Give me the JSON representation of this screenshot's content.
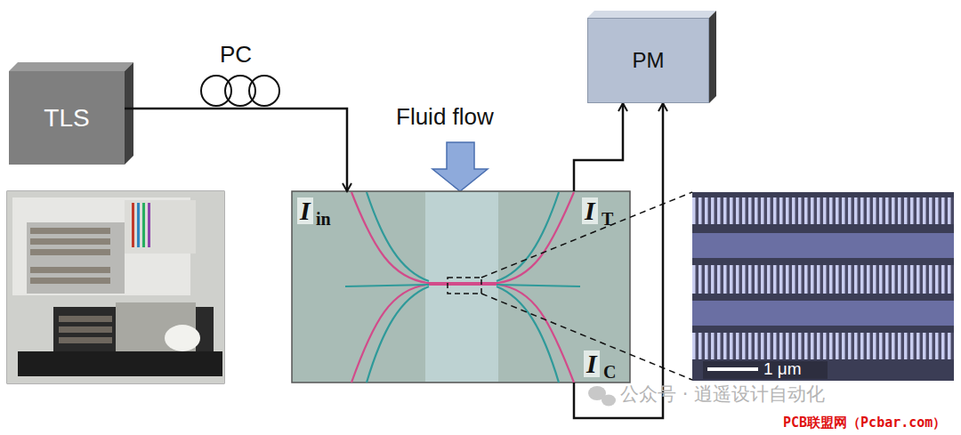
{
  "diagram": {
    "nodes": [
      {
        "text": [
          "TLS"
        ]
      },
      {
        "text": [
          "PM"
        ]
      },
      {
        "text": [
          "I",
          "in",
          "I",
          "T",
          "I",
          "C"
        ]
      }
    ],
    "edges": [
      {
        "from": 0,
        "to": 2,
        "arrow": "to"
      },
      {
        "from": 2,
        "to": 1,
        "arrow": "to"
      },
      {
        "from": 2,
        "to": 1,
        "arrow": "to"
      }
    ],
    "labels": [
      "PC",
      "Fluid flow",
      "1 μm",
      "公众号 · 逍遥设计自动化",
      "PCB联盟网（Pcbar.com）"
    ]
  }
}
